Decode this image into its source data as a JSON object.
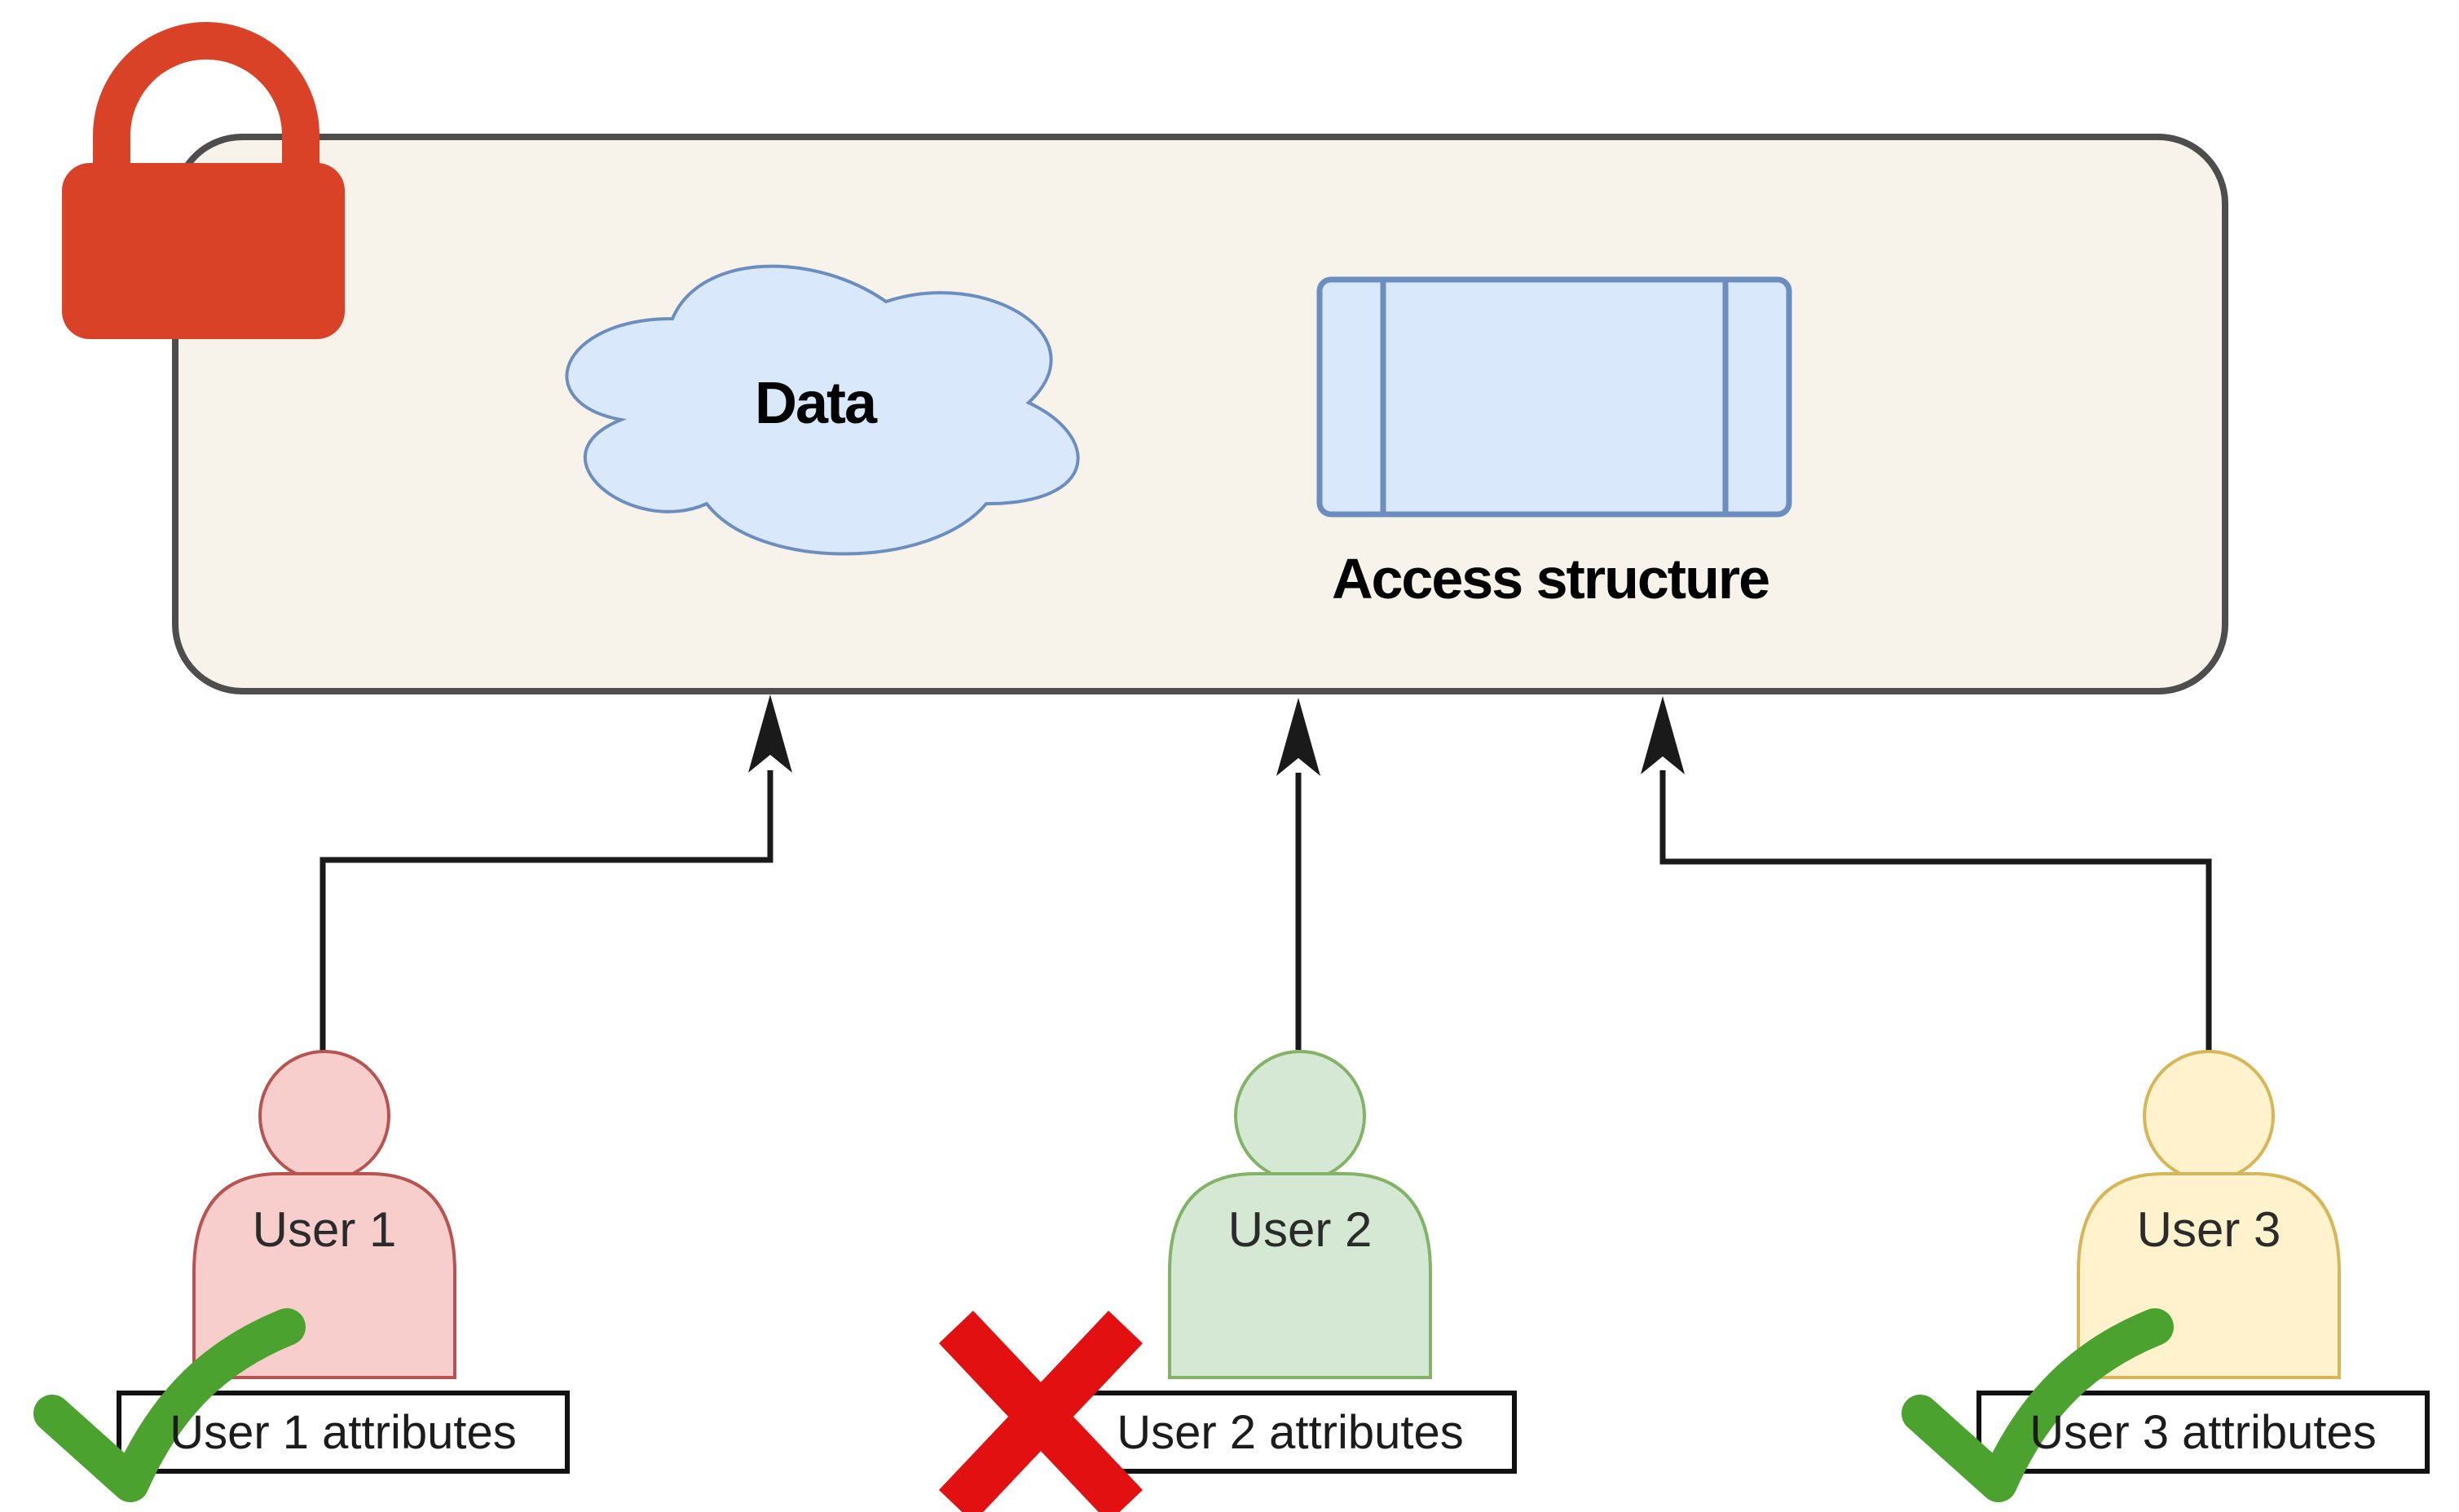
{
  "panel": {
    "data_label": "Data",
    "access_structure_label": "Access structure",
    "lock_icon": "padlock-closed"
  },
  "users": [
    {
      "name": "User 1",
      "attributes_label": "User 1 attributes",
      "status_icon": "checkmark-icon",
      "status": "attributes satisfy access structure",
      "fill": "#F8CECC",
      "stroke": "#B85450"
    },
    {
      "name": "User 2",
      "attributes_label": "User 2 attributes",
      "status_icon": "x-icon",
      "status": "attributes do not satisfy access structure",
      "fill": "#D5E8D4",
      "stroke": "#82B366"
    },
    {
      "name": "User 3",
      "attributes_label": "User 3 attributes",
      "status_icon": "checkmark-icon",
      "status": "attributes satisfy access structure",
      "fill": "#FFF2CC",
      "stroke": "#D6B656"
    }
  ],
  "colors": {
    "background": "#FFFFFF",
    "panel_fill": "#F7F3EA",
    "panel_stroke": "#4D4D4D",
    "lock_red": "#D94227",
    "blue_fill": "#DAE8FC",
    "blue_stroke": "#6C8EBF",
    "arrow_black": "#1A1A1A",
    "check_green": "#4CA22F",
    "cross_red": "#E21010",
    "attr_box_fill": "#FFFFFF",
    "attr_box_stroke": "#111111"
  }
}
